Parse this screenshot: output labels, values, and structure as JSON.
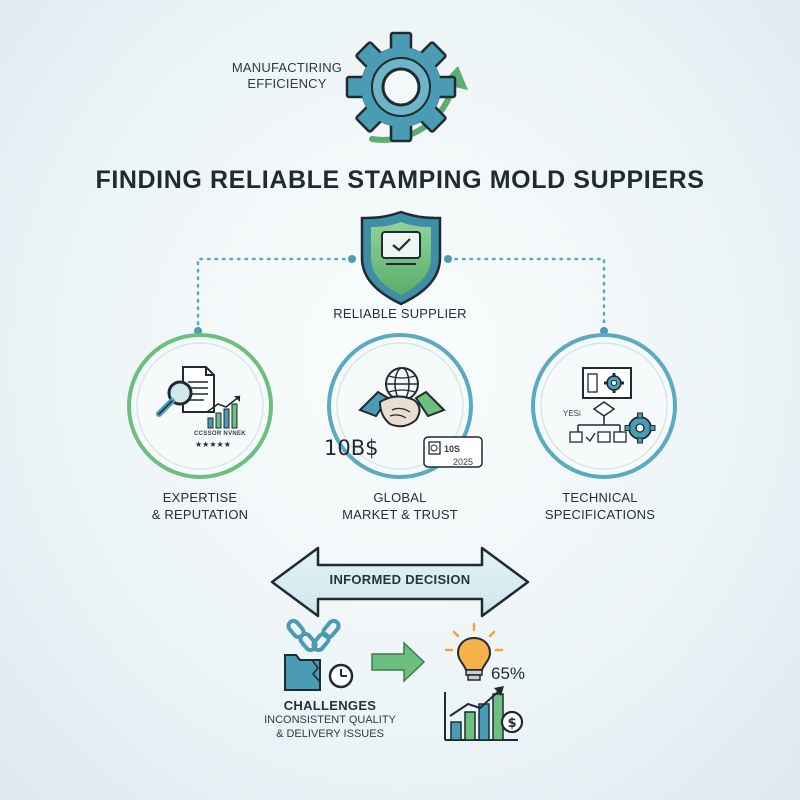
{
  "header": {
    "efficiency_label_line1": "MANUFACTIRING",
    "efficiency_label_line2": "EFFICIENCY",
    "title": "FINDING RELIABLE STAMPING MOLD SUPPIERS"
  },
  "center_node": {
    "label": "RELIABLE SUPPLIER",
    "icon": "shield-check-icon"
  },
  "pillars": [
    {
      "line1": "EXPERTISE",
      "line2": "& REPUTATION",
      "icon": "document-magnifier-icon",
      "mini_text": "CCSSOR NVNEK"
    },
    {
      "line1": "GLOBAL",
      "line2": "MARKET & TRUST",
      "icon": "handshake-globe-icon",
      "value": "10B$",
      "badge_text": "10S",
      "year": "2025"
    },
    {
      "line1": "TECHNICAL",
      "line2": "SPECIFICATIONS",
      "icon": "blueprint-gears-icon",
      "mini_text": "YESi"
    }
  ],
  "decision": {
    "label": "INFORMED DECISION"
  },
  "challenges": {
    "title": "CHALLENGES",
    "line1": "INCONSISTENT QUALITY",
    "line2": "& DELIVERY ISSUES"
  },
  "outcome": {
    "value": "65%",
    "icons": [
      "lightbulb-icon",
      "growth-chart-icon",
      "dollar-coin-icon"
    ]
  },
  "colors": {
    "teal": "#4a9bb4",
    "green": "#5cae6e",
    "light_green": "#8fcf9a",
    "dark": "#22313a",
    "arrow_fill": "#d8edf2",
    "bulb": "#f2a33a"
  }
}
